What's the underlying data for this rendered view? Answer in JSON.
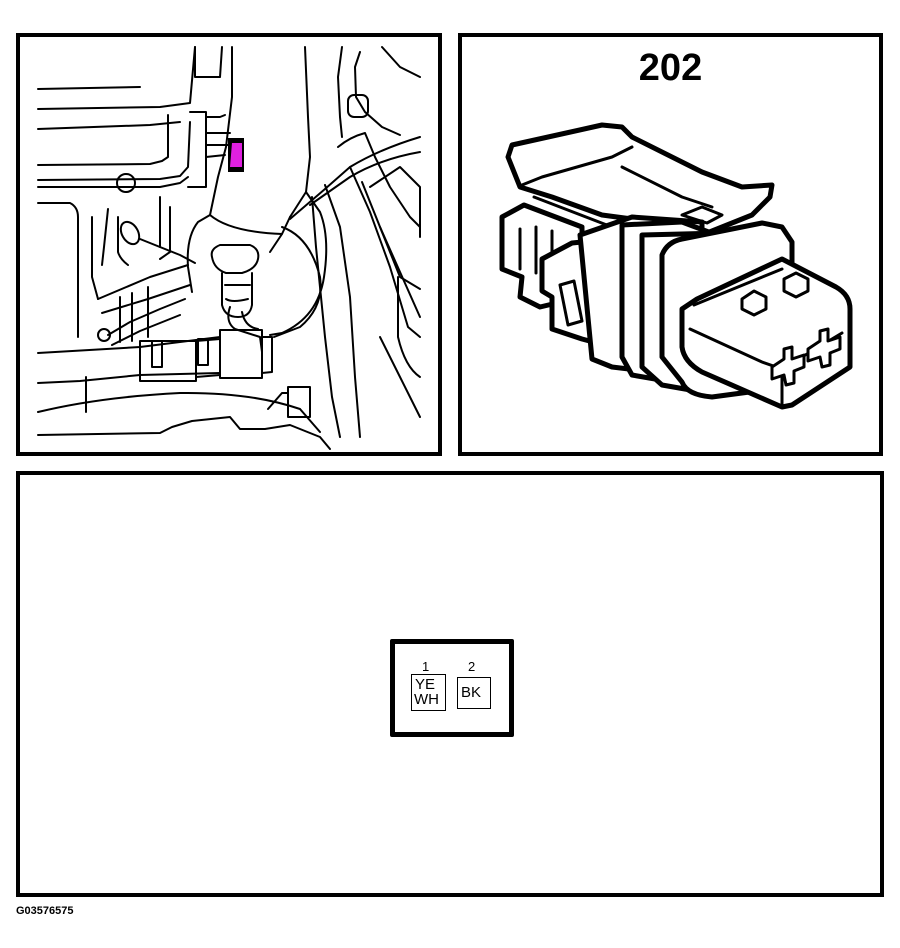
{
  "figure": {
    "id_label": "G03576575"
  },
  "location_panel": {
    "description": "Component location line drawing with highlighted connector",
    "highlight_color": "#e020e0"
  },
  "connector_panel": {
    "connector_number": "202",
    "description": "2-pin connector isometric view"
  },
  "pinout_panel": {
    "pins": [
      {
        "number": "1",
        "wire_color_line1": "YE",
        "wire_color_line2": "WH"
      },
      {
        "number": "2",
        "wire_color": "BK"
      }
    ]
  },
  "colors": {
    "line": "#000000",
    "background": "#ffffff",
    "highlight": "#e020e0"
  }
}
